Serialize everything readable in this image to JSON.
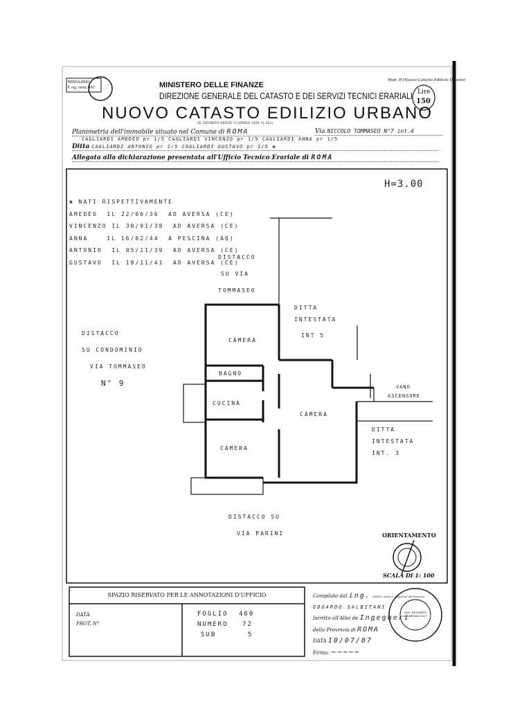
{
  "header": {
    "modulario": "MODULARIO",
    "modulario_code": "F. rig. rend. 497",
    "mod": "Mod. B (Nuovo Catasto Edilizio Urbano)",
    "ministry": "MINISTERO DELLE FINANZE",
    "direction": "DIREZIONE GENERALE DEL CATASTO E DEI SERVIZI TECNICI ERARIALI",
    "title": "NUOVO CATASTO EDILIZIO URBANO",
    "decree": "(R. DECRETO-LEGGE 13 APRILE 1939, N. 652)",
    "stamp_lire": "Lire",
    "stamp_value": "150"
  },
  "form": {
    "planimetria_label": "Planimetria dell'immobile situato nel Comune di",
    "comune": "ROMA",
    "via_label": "Via",
    "via": "NICCOLO TOMMASEO N°7 int.4",
    "ditta_line1": "CAGLIARDI AMEDEO pr 1/5   CAGLIARDI VINCENZO pr 1/5   CAGLIARDI ANNA pr 1/5",
    "ditta_label": "Ditta",
    "ditta_line2": "CAGLIARDI ANTONIO pr 1/5   CAGLIARDI GUSTAVO pr 1/5  ✱",
    "allegata_label": "Allegata alla dichiarazione presentata all'Ufficio Tecnico Erariale di",
    "ufficio": "ROMA"
  },
  "plan": {
    "notes": [
      "✱ NATI RISPETTIVAMENTE",
      "AMEDEO  IL 22/06/36  AD AVERSA (CE)",
      "VINCENZO IL 30/01/38  AD AVERSA (CE)",
      "ANNA    IL 16/02/44  A PESCINA (AQ)",
      "ANTONIO  IL 05/11/39  AD AVERSA (CE)",
      "GUSTAVO  IL 18/11/41  AD AVERSA (CE)"
    ],
    "height": "H=3.00",
    "labels": {
      "distacco_nord": [
        "DISTACCO",
        "SU VIA",
        "TOMMASEO"
      ],
      "ditta_int5": [
        "DITTA",
        "INTESTATA",
        "INT 5"
      ],
      "distacco_ovest": [
        "DISTACCO",
        "SU CONDOMINIO",
        "VIA TOMMASEO",
        "N° 9"
      ],
      "camera1": "CAMERA",
      "bagno": "BAGNO",
      "cucina": "CUCINA",
      "camera2": "CAMERA",
      "camera3": "CAMERA",
      "vano": [
        "VANO",
        "ASCENSORE"
      ],
      "ditta_int3": [
        "DITTA",
        "INTESTATA",
        "INT. 3"
      ],
      "distacco_sud": [
        "DISTACCO SU",
        "VIA PARINI"
      ]
    },
    "orientamento": "ORIENTAMENTO",
    "scala": "SCALA DI 1: 100"
  },
  "footer": {
    "ufficio_title": "SPAZIO RISERVATO PER LE ANNOTAZIONI D'UFFICIO",
    "data_label": "DATA",
    "prot_label": "PROT. N°",
    "foglio_label": "FOGLIO",
    "foglio": "460",
    "numero_label": "NUMERO",
    "numero": "72",
    "sub_label": "SUB",
    "sub": "5",
    "compilata_label": "Compilata dal",
    "compilata": "ing.",
    "compilata_hint": "(Titolo, nome e cognome del tecnico)",
    "tecnico": "EDOARDO SALBITANI",
    "iscritto_label": "Iscritto all'Albo de",
    "albo": "Ingegneri",
    "provincia_label": "della Provincia di",
    "provincia": "ROMA",
    "data2_label": "DATA",
    "data2": "10/07/87",
    "firma_label": "Firma:",
    "seal_text": "ING. EDOARDO SALBITANI 8257"
  }
}
